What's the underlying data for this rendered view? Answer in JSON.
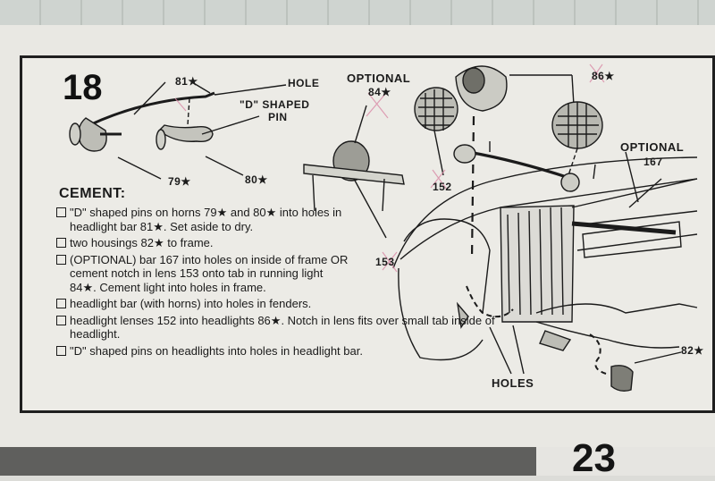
{
  "step": "18",
  "labels": {
    "part81": "81★",
    "hole": "HOLE",
    "d_shaped_1": "\"D\" SHAPED",
    "d_shaped_2": "PIN",
    "part79": "79★",
    "part80": "80★",
    "optional_top": "OPTIONAL",
    "part84": "84★",
    "part86": "86★",
    "optional_right": "OPTIONAL",
    "part167": "167",
    "part152": "152",
    "part153": "153",
    "holes": "HOLES",
    "part82": "82★"
  },
  "cement": {
    "title": "CEMENT:",
    "items": [
      "\"D\" shaped pins on horns 79★ and 80★ into holes in headlight bar 81★. Set aside to dry.",
      "two housings 82★ to frame.",
      "(OPTIONAL) bar 167 into holes on inside of frame OR cement notch in lens 153 onto tab in running light 84★. Cement light into holes in frame.",
      "headlight bar (with horns) into holes in fenders.",
      "headlight lenses 152 into headlights 86★. Notch in lens fits over small tab inside of headlight.",
      "\"D\" shaped pins on headlights into holes in headlight bar."
    ]
  },
  "page_number": "23"
}
